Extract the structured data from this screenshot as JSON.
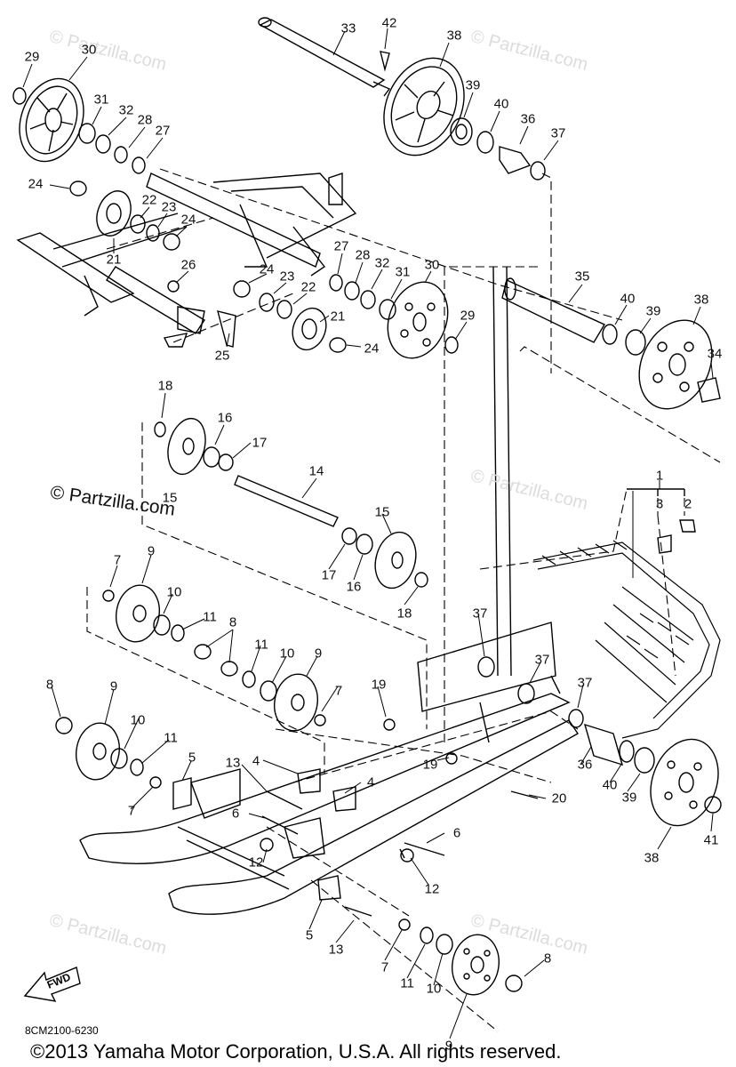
{
  "watermark": {
    "small": "© Partzilla.com",
    "main": "© Partzilla.com"
  },
  "drawing_code": "8CM2100-6230",
  "copyright": "©2013 Yamaha Motor Corporation, U.S.A. All rights reserved.",
  "fwd_label": "FWD",
  "parts": [
    {
      "num": "29"
    },
    {
      "num": "30"
    },
    {
      "num": "33"
    },
    {
      "num": "42"
    },
    {
      "num": "38"
    },
    {
      "num": "31"
    },
    {
      "num": "32"
    },
    {
      "num": "28"
    },
    {
      "num": "27"
    },
    {
      "num": "39"
    },
    {
      "num": "40"
    },
    {
      "num": "36"
    },
    {
      "num": "37"
    },
    {
      "num": "24"
    },
    {
      "num": "22"
    },
    {
      "num": "23"
    },
    {
      "num": "24"
    },
    {
      "num": "21"
    },
    {
      "num": "27"
    },
    {
      "num": "28"
    },
    {
      "num": "32"
    },
    {
      "num": "31"
    },
    {
      "num": "30"
    },
    {
      "num": "26"
    },
    {
      "num": "24"
    },
    {
      "num": "23"
    },
    {
      "num": "22"
    },
    {
      "num": "21"
    },
    {
      "num": "29"
    },
    {
      "num": "25"
    },
    {
      "num": "24"
    },
    {
      "num": "35"
    },
    {
      "num": "40"
    },
    {
      "num": "39"
    },
    {
      "num": "38"
    },
    {
      "num": "34"
    },
    {
      "num": "18"
    },
    {
      "num": "16"
    },
    {
      "num": "17"
    },
    {
      "num": "15"
    },
    {
      "num": "14"
    },
    {
      "num": "15"
    },
    {
      "num": "17"
    },
    {
      "num": "16"
    },
    {
      "num": "18"
    },
    {
      "num": "1"
    },
    {
      "num": "3"
    },
    {
      "num": "2"
    },
    {
      "num": "7"
    },
    {
      "num": "9"
    },
    {
      "num": "10"
    },
    {
      "num": "11"
    },
    {
      "num": "8"
    },
    {
      "num": "11"
    },
    {
      "num": "10"
    },
    {
      "num": "9"
    },
    {
      "num": "37"
    },
    {
      "num": "37"
    },
    {
      "num": "37"
    },
    {
      "num": "8"
    },
    {
      "num": "9"
    },
    {
      "num": "10"
    },
    {
      "num": "11"
    },
    {
      "num": "7"
    },
    {
      "num": "19"
    },
    {
      "num": "7"
    },
    {
      "num": "5"
    },
    {
      "num": "13"
    },
    {
      "num": "4"
    },
    {
      "num": "4"
    },
    {
      "num": "19"
    },
    {
      "num": "36"
    },
    {
      "num": "40"
    },
    {
      "num": "39"
    },
    {
      "num": "20"
    },
    {
      "num": "41"
    },
    {
      "num": "38"
    },
    {
      "num": "6"
    },
    {
      "num": "12"
    },
    {
      "num": "6"
    },
    {
      "num": "12"
    },
    {
      "num": "5"
    },
    {
      "num": "13"
    },
    {
      "num": "7"
    },
    {
      "num": "11"
    },
    {
      "num": "10"
    },
    {
      "num": "8"
    },
    {
      "num": "9"
    }
  ]
}
